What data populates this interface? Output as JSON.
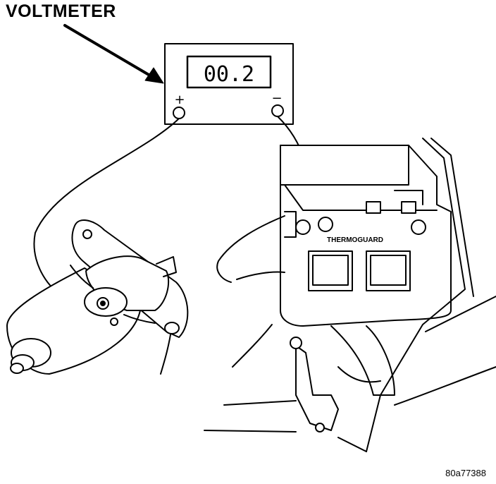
{
  "labels": {
    "callout": "VOLTMETER",
    "figure_id": "80a77388"
  },
  "voltmeter": {
    "reading": "00.2",
    "positive_sign": "+",
    "negative_sign": "−"
  },
  "component": {
    "brand": "THERMOGUARD"
  },
  "colors": {
    "ink": "#000000",
    "paper": "#ffffff"
  }
}
